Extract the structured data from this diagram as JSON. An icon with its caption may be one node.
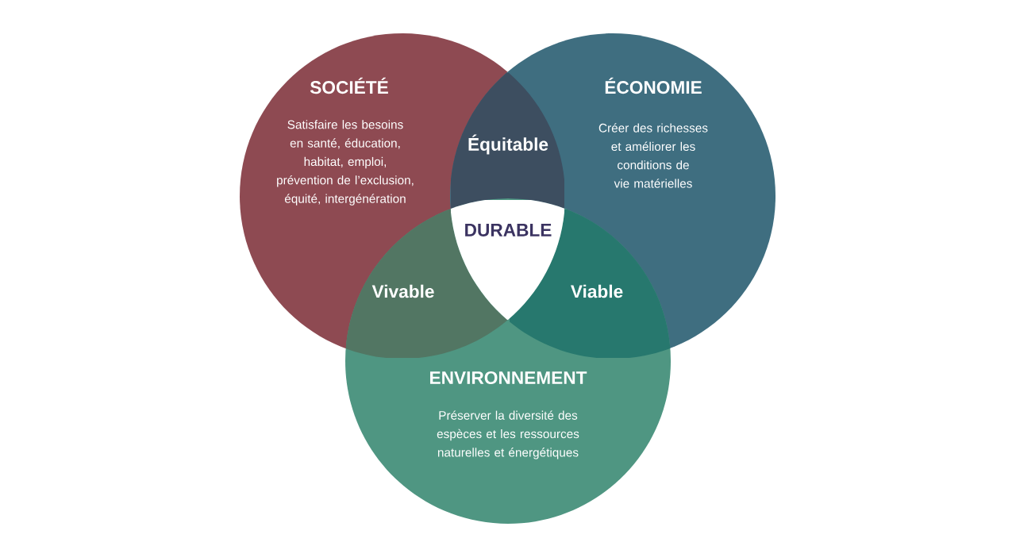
{
  "diagram": {
    "nodes": [
      {
        "text": [
          "SOCIÉTÉ",
          "Satisfaire les besoins en santé, éducation, habitat, emploi, prévention de l’exclusion, équité, intergénération"
        ]
      },
      {
        "text": [
          "ÉCONOMIE",
          "Créer des richesses et améliorer les conditions de vie matérielles"
        ]
      },
      {
        "text": [
          "ENVIRONNEMENT",
          "Préserver la diversité des espèces et les ressources naturelles et énergétiques"
        ]
      },
      {
        "text": [
          "Équitable"
        ]
      },
      {
        "text": [
          "Vivable"
        ]
      },
      {
        "text": [
          "Viable"
        ]
      },
      {
        "text": [
          "DURABLE"
        ]
      }
    ]
  }
}
